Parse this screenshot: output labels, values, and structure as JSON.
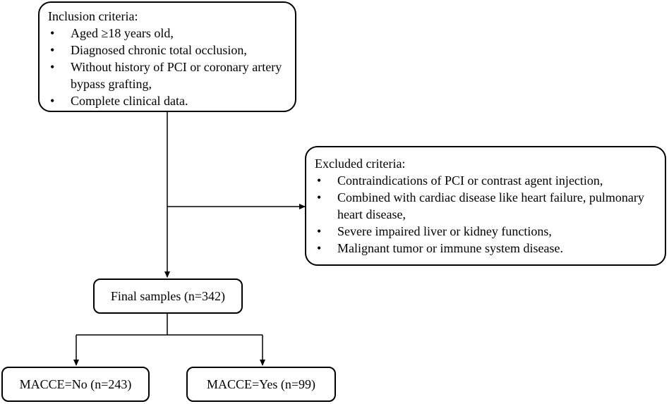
{
  "inclusion": {
    "title": "Inclusion criteria:",
    "items": [
      "Aged ≥18 years old,",
      "Diagnosed chronic total occlusion,",
      "Without history of PCI or coronary artery bypass grafting,",
      "Complete clinical data."
    ]
  },
  "exclusion": {
    "title": "Excluded criteria:",
    "items": [
      "Contraindications of PCI or contrast agent injection,",
      "Combined with cardiac disease like heart failure, pulmonary heart disease,",
      "Severe impaired liver or kidney functions,",
      "Malignant tumor or immune system disease."
    ]
  },
  "final": {
    "label": "Final samples (n=342)"
  },
  "outcomes": {
    "no": "MACCE=No (n=243)",
    "yes": "MACCE=Yes (n=99)"
  },
  "bullet_char": "•"
}
